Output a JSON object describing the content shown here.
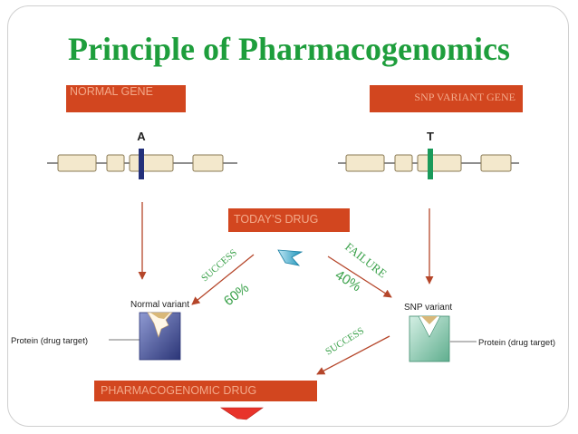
{
  "title": "Principle of  Pharmacogenomics",
  "boxes": {
    "normal_gene": "NORMAL GENE",
    "snp_variant_gene": "SNP VARIANT GENE",
    "todays_drug": "TODAY’S DRUG",
    "pharmacogenomic_drug": "PHARMACOGENOMIC DRUG"
  },
  "genes": {
    "normal_allele": "A",
    "variant_allele": "T"
  },
  "variants": {
    "normal_label": "Normal variant",
    "snp_label": "SNP variant",
    "protein_left": "Protein (drug target)",
    "protein_right": "Protein (drug target)"
  },
  "arrows": {
    "success_left": "SUCCESS",
    "percent_left": "60%",
    "failure": "FAILURE",
    "percent_right": "40%",
    "success_bottom": "SUCCESS"
  },
  "colors": {
    "title_green": "#1e9e3c",
    "box_fill": "#d2461f",
    "box_text": "#f3a98a",
    "arrow": "#b5462a",
    "success_text": "#3aa14a",
    "normal_marker": "#23307a",
    "variant_marker": "#1a9a5a",
    "exon_fill": "#f3e8cc"
  }
}
